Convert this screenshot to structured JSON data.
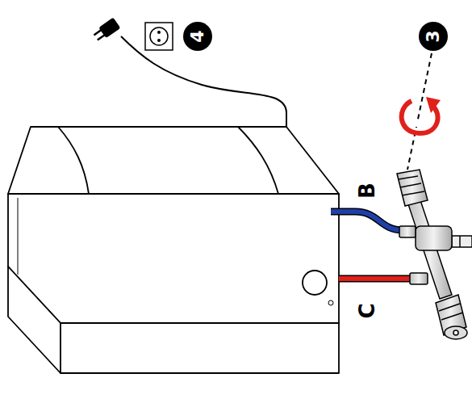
{
  "diagram": {
    "labels": [
      "4",
      "3",
      "B",
      "C"
    ]
  }
}
